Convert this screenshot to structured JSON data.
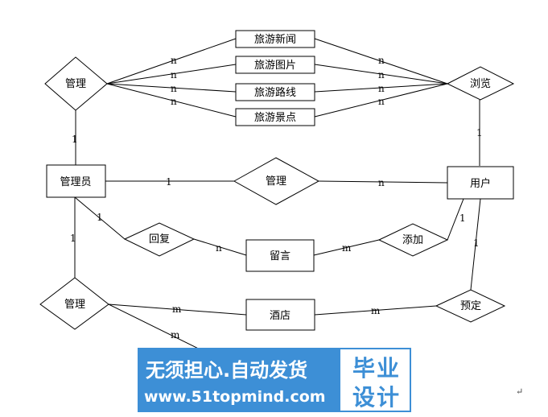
{
  "diagram": {
    "entities": {
      "news": "旅游新闻",
      "pictures": "旅游图片",
      "routes": "旅游路线",
      "spots": "旅游景点",
      "admin": "管理员",
      "user": "用户",
      "message": "留言",
      "hotel": "酒店"
    },
    "relationships": {
      "manage_top": "管理",
      "browse": "浏览",
      "manage_middle": "管理",
      "reply": "回复",
      "add": "添加",
      "manage_bottom": "管理",
      "reserve": "预定"
    },
    "cardinalities": {
      "n": "n",
      "one": "1",
      "m": "m"
    },
    "corner_mark": "↵"
  },
  "watermark": {
    "line1": "无须担心.自动发货",
    "line2": "www.51topmind.com",
    "right_line1": "毕业",
    "right_line2": "设计"
  }
}
